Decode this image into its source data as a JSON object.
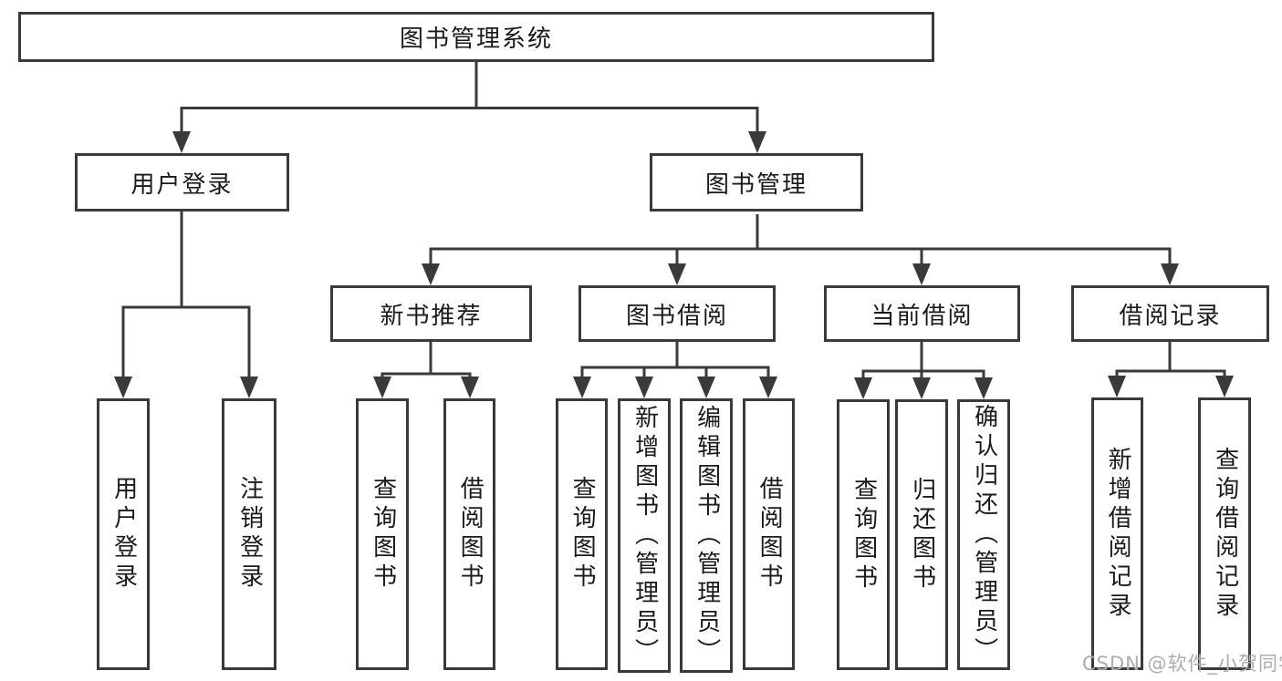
{
  "tree": {
    "label": "图书管理系统",
    "children": [
      {
        "label": "用户登录",
        "children": [
          {
            "label": "用户登录"
          },
          {
            "label": "注销登录"
          }
        ]
      },
      {
        "label": "图书管理",
        "children": [
          {
            "label": "新书推荐",
            "children": [
              {
                "label": "查询图书"
              },
              {
                "label": "借阅图书"
              }
            ]
          },
          {
            "label": "图书借阅",
            "children": [
              {
                "label": "查询图书"
              },
              {
                "label": "新增图书（管理员）"
              },
              {
                "label": "编辑图书（管理员）"
              },
              {
                "label": "借阅图书"
              }
            ]
          },
          {
            "label": "当前借阅",
            "children": [
              {
                "label": "查询图书"
              },
              {
                "label": "归还图书"
              },
              {
                "label": "确认归还（管理员）"
              }
            ]
          },
          {
            "label": "借阅记录",
            "children": [
              {
                "label": "新增借阅记录"
              },
              {
                "label": "查询借阅记录"
              }
            ]
          }
        ]
      }
    ]
  },
  "watermark": {
    "text": "CSDN @软件_小贺同学"
  },
  "colors": {
    "background": "#ffffff",
    "line": "#3a3a3a",
    "box_border": "#3a3a3a",
    "text": "#1a1a1a",
    "watermark": "#acacac"
  }
}
